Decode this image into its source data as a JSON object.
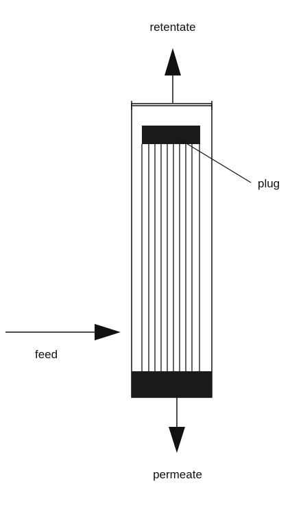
{
  "labels": {
    "retentate": "retentate",
    "plug": "plug",
    "feed": "feed",
    "permeate": "permeate"
  },
  "colors": {
    "ink": "#111111",
    "fill": "#1a1a1a",
    "background": "#ffffff"
  }
}
